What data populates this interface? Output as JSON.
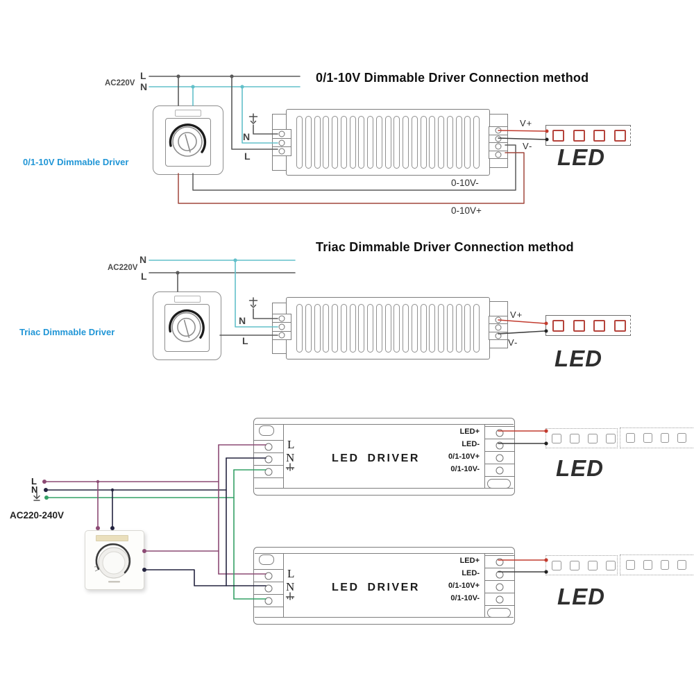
{
  "colors": {
    "accent_blue": "#2196d6",
    "wire_live": "#5a5a5a",
    "wire_neutral": "#62c0ca",
    "wire_dc_plus": "#c23b2e",
    "wire_dc_minus": "#3f3f3f",
    "wire_signal_plus": "#a0463c",
    "wire_l_purple": "#8c4a74",
    "wire_n_navy": "#23233f",
    "wire_ground_green": "#34a066",
    "pad_red": "#b5433b"
  },
  "diagram1": {
    "title": "0/1-10V Dimmable Driver Connection method",
    "ac_label": "AC220V",
    "l_label": "L",
    "n_label": "N",
    "dimmer_name": "0/1-10V Dimmable Driver",
    "driver_in_n": "N",
    "driver_in_l": "L",
    "v_plus": "V+",
    "v_minus": "V-",
    "dim_minus": "0-10V-",
    "dim_plus": "0-10V+",
    "led": "LED"
  },
  "diagram2": {
    "title": "Triac Dimmable Driver Connection method",
    "ac_label": "AC220V",
    "n_label": "N",
    "l_label": "L",
    "dimmer_name": "Triac Dimmable Driver",
    "driver_in_n": "N",
    "driver_in_l": "L",
    "v_plus": "V+",
    "v_minus": "V-",
    "led": "LED"
  },
  "diagram3": {
    "ac_label": "AC220-240V",
    "l_label": "L",
    "n_label": "N",
    "drivers": [
      {
        "name": "LED DRIVER",
        "in_l": "L",
        "in_n": "N",
        "out": [
          "LED+",
          "LED-",
          "0/1-10V+",
          "0/1-10V-"
        ],
        "led": "LED"
      },
      {
        "name": "LED DRIVER",
        "in_l": "L",
        "in_n": "N",
        "out": [
          "LED+",
          "LED-",
          "0/1-10V+",
          "0/1-10V-"
        ],
        "led": "LED"
      }
    ]
  }
}
